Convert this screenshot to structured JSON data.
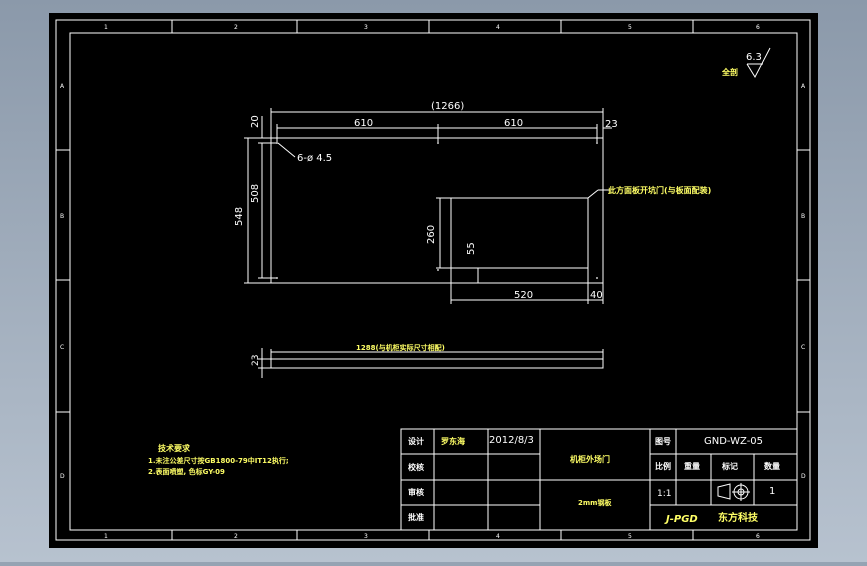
{
  "colors": {
    "background": "#000000",
    "line": "#ffffff",
    "highlight": "#ffff66",
    "viewport": "#9aa8b8"
  },
  "border": {
    "columns": [
      "1",
      "2",
      "3",
      "4",
      "5",
      "6"
    ],
    "rows": [
      "A",
      "B",
      "C",
      "D"
    ]
  },
  "roughness": {
    "label": "全剖",
    "value": "6.3"
  },
  "dims": {
    "total": "(1266)",
    "left": "610",
    "right": "610",
    "edge_right": "23",
    "edge_top": "20",
    "height_outer": "548",
    "height_inner": "508",
    "holes": "6-ø 4.5",
    "cut_height": "260",
    "cut_offset": "55",
    "cut_width": "520",
    "cut_right": "40",
    "cut_note": "此方面板开坑门(与板面配装)",
    "side_thickness": "23",
    "side_length": "1288(与机柜实际尺寸相配)"
  },
  "notes": {
    "title": "技术要求",
    "line1": "1.未注公差尺寸按GB1800-79中IT12执行;",
    "line2": "2.表面喷塑, 色标GY-09"
  },
  "title_block": {
    "design_label": "设计",
    "designer": "罗东海",
    "date": "2012/8/3",
    "check_label": "校核",
    "review_label": "审核",
    "approve_label": "批准",
    "part_name": "机柜外场门",
    "material": "2mm钢板",
    "drawing_no_label": "图号",
    "drawing_no": "GND-WZ-05",
    "scale_label": "比例",
    "weight_label": "重量",
    "mark_label": "标记",
    "quantity_label": "数量",
    "scale_value": "1:1",
    "quantity_value": "1",
    "logo": "J-PGD",
    "company": "东方科技"
  }
}
